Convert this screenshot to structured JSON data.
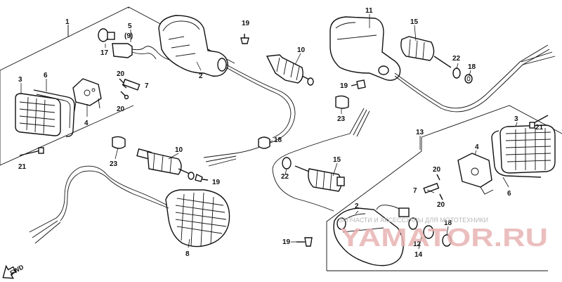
{
  "labels": [
    {
      "id": "l1",
      "text": "1"
    },
    {
      "id": "l2a",
      "text": "2"
    },
    {
      "id": "l2b",
      "text": "2"
    },
    {
      "id": "l3a",
      "text": "3"
    },
    {
      "id": "l3b",
      "text": "3"
    },
    {
      "id": "l4a",
      "text": "4"
    },
    {
      "id": "l4b",
      "text": "4"
    },
    {
      "id": "l5",
      "text": "5"
    },
    {
      "id": "l6a",
      "text": "6"
    },
    {
      "id": "l6b",
      "text": "6"
    },
    {
      "id": "l7a",
      "text": "7"
    },
    {
      "id": "l7b",
      "text": "7"
    },
    {
      "id": "l8",
      "text": "8"
    },
    {
      "id": "l9",
      "text": "(9)"
    },
    {
      "id": "l10a",
      "text": "10"
    },
    {
      "id": "l10b",
      "text": "10"
    },
    {
      "id": "l11",
      "text": "11"
    },
    {
      "id": "l12",
      "text": "12"
    },
    {
      "id": "l13",
      "text": "13"
    },
    {
      "id": "l14",
      "text": "14"
    },
    {
      "id": "l15a",
      "text": "15"
    },
    {
      "id": "l15b",
      "text": "15"
    },
    {
      "id": "l17",
      "text": "17"
    },
    {
      "id": "l18a",
      "text": "18"
    },
    {
      "id": "l18b",
      "text": "18"
    },
    {
      "id": "l18c",
      "text": "18"
    },
    {
      "id": "l19a",
      "text": "19"
    },
    {
      "id": "l19b",
      "text": "19"
    },
    {
      "id": "l19c",
      "text": "19"
    },
    {
      "id": "l19d",
      "text": "19"
    },
    {
      "id": "l20a",
      "text": "20"
    },
    {
      "id": "l20b",
      "text": "20"
    },
    {
      "id": "l20c",
      "text": "20"
    },
    {
      "id": "l20d",
      "text": "20"
    },
    {
      "id": "l21a",
      "text": "21"
    },
    {
      "id": "l21b",
      "text": "21"
    },
    {
      "id": "l22a",
      "text": "22"
    },
    {
      "id": "l22b",
      "text": "22"
    },
    {
      "id": "l23a",
      "text": "23"
    },
    {
      "id": "l23b",
      "text": "23"
    }
  ],
  "fwd_label": "FWD",
  "watermark": {
    "caption": "ЗАПЧАСТИ И АКСЕССУАРЫ ДЛЯ МОТОТЕХНИКИ",
    "logo": "YAMATOR.RU"
  }
}
